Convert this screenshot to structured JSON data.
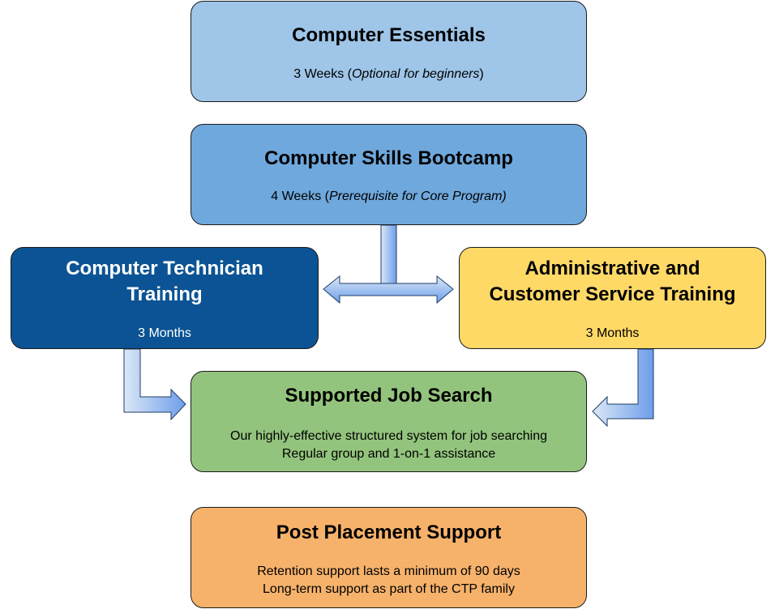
{
  "colors": {
    "essentials": "#9fc5e8",
    "bootcamp": "#6fa8dc",
    "technician": "#0b5394",
    "admin": "#ffd966",
    "jobsearch": "#93c47d",
    "postplacement": "#f6b26b",
    "arrow_light": "#dbe7f6",
    "arrow_dark": "#6d9eeb"
  },
  "essentials": {
    "title": "Computer Essentials",
    "duration": "3 Weeks (",
    "note": "Optional for beginners",
    "close": ")"
  },
  "bootcamp": {
    "title": "Computer Skills Bootcamp",
    "duration": "4 Weeks (",
    "note": "Prerequisite for Core Program)"
  },
  "technician": {
    "title_line1": "Computer Technician",
    "title_line2": "Training",
    "duration": "3 Months"
  },
  "admin": {
    "title_line1": "Administrative and",
    "title_line2": "Customer Service Training",
    "duration": "3 Months"
  },
  "jobsearch": {
    "title": "Supported Job Search",
    "line1": "Our highly-effective structured system for job searching",
    "line2": "Regular group and 1-on-1 assistance"
  },
  "postplacement": {
    "title": "Post Placement Support",
    "line1": "Retention support lasts a minimum of 90 days",
    "line2": "Long-term support as part of the CTP family"
  }
}
